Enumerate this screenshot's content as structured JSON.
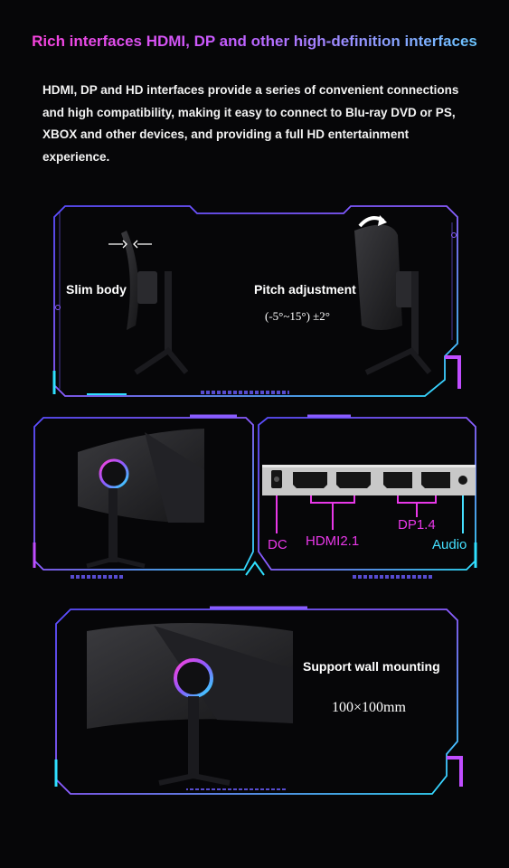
{
  "heading": "Rich interfaces HDMI, DP and other high-definition interfaces",
  "intro": "HDMI, DP and HD interfaces provide a series of convenient connections and high compatibility, making it easy to connect to Blu-ray DVD or PS, XBOX and other devices, and providing a full HD entertainment experience.",
  "panel1": {
    "slim_label": "Slim body",
    "pitch_label": "Pitch adjustment",
    "pitch_range": "(-5°~15°)  ±2°"
  },
  "ports": {
    "dc": "DC",
    "hdmi": "HDMI2.1",
    "dp": "DP1.4",
    "audio": "Audio"
  },
  "panel3": {
    "wall_label": "Support wall mounting",
    "wall_size": "100×100mm"
  },
  "colors": {
    "accent_pink": "#ff3fd8",
    "accent_purple": "#8a5cff",
    "accent_cyan": "#2fe0ff",
    "label_pink": "#e838e8",
    "label_cyan": "#45e0ff"
  }
}
